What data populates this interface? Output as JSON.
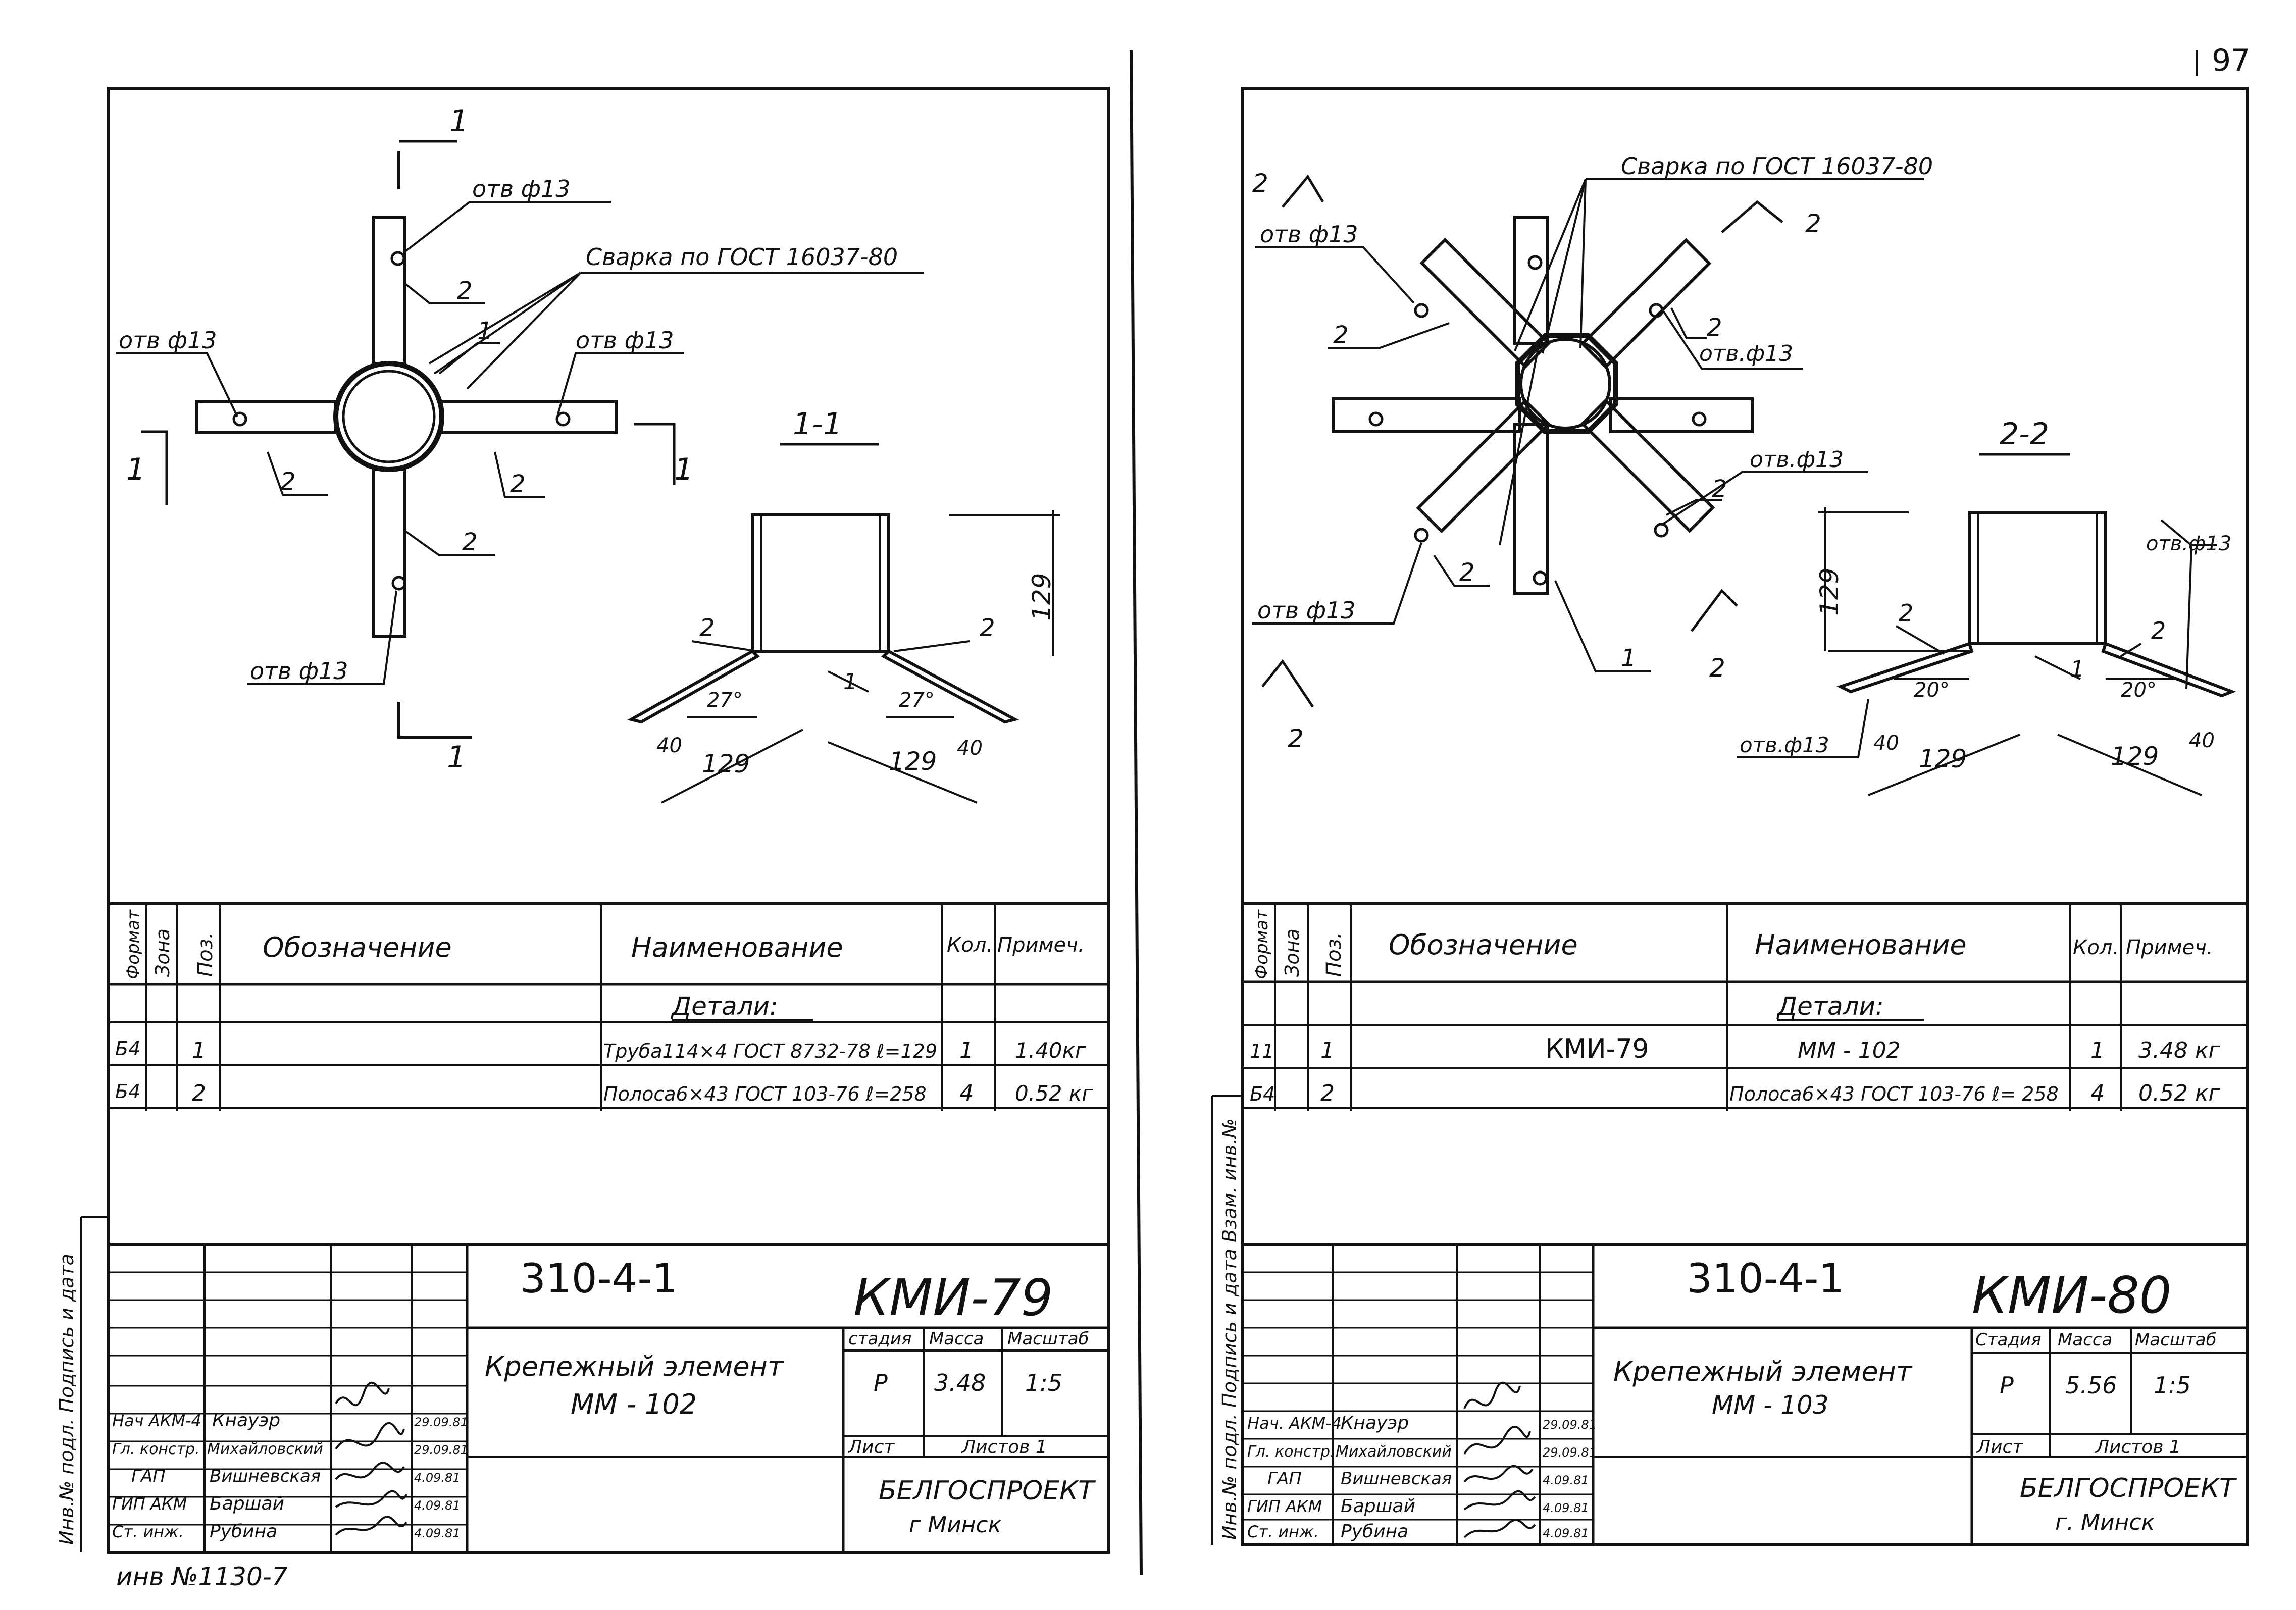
{
  "page_number": "97",
  "left": {
    "code": "310-4-1",
    "mark": "КМИ-79",
    "weld_note": "Сварка по ГОСТ 16037-80",
    "hole_label": "отв ф13",
    "section_mark": "1",
    "section_title": "1-1",
    "angle": "27°",
    "dim_129": "129",
    "dim_40": "40",
    "pos_1": "1",
    "pos_2": "2",
    "table_headers": [
      "Формат",
      "Зона",
      "Поз.",
      "Обозначение",
      "Наименование",
      "Кол.",
      "Примеч."
    ],
    "section_row": "Детали:",
    "rows": [
      {
        "format": "Б4",
        "pos": "1",
        "designation": "",
        "name": "Труба114×4 ГОСТ 8732-78 ℓ=129",
        "qty": "1",
        "note": "1.40кг"
      },
      {
        "format": "Б4",
        "pos": "2",
        "designation": "",
        "name": "Полоса6×43 ГОСТ 103-76 ℓ=258",
        "qty": "4",
        "note": "0.52 кг"
      }
    ],
    "title_line1": "Крепежный элемент",
    "title_line2": "ММ - 102",
    "stage_label": "стадия",
    "mass_label": "Масса",
    "scale_label": "Масштаб",
    "stage": "Р",
    "mass": "3.48",
    "scale": "1:5",
    "sheet_label": "Лист",
    "sheets_label": "Листов 1",
    "org": "БЕЛГОСПРОЕКТ",
    "city": "г Минск",
    "staff": [
      {
        "role": "Нач АКМ-4",
        "name": "Кнауэр",
        "date": "29.09.81"
      },
      {
        "role": "Гл. констр.",
        "name": "Михайловский",
        "date": "29.09.81"
      },
      {
        "role": "ГАП",
        "name": "Вишневская",
        "date": "4.09.81"
      },
      {
        "role": "ГИП АКМ",
        "name": "Баршай",
        "date": "4.09.81"
      },
      {
        "role": "Ст. инж.",
        "name": "Рубина",
        "date": "4.09.81"
      }
    ],
    "inv_note": "инв №1130-7",
    "side_stamp": "Инв.№ подл. Подпись и дата"
  },
  "right": {
    "code": "310-4-1",
    "mark": "КМИ-80",
    "weld_note": "Сварка по ГОСТ 16037-80",
    "hole_label": "отв ф13",
    "hole_label_alt": "отв.ф13",
    "section_mark": "2",
    "section_title": "2-2",
    "angle": "20°",
    "dim_129": "129",
    "dim_40": "40",
    "pos_1": "1",
    "pos_2": "2",
    "table_headers": [
      "Формат",
      "Зона",
      "Поз.",
      "Обозначение",
      "Наименование",
      "Кол.",
      "Примеч."
    ],
    "section_row": "Детали:",
    "rows": [
      {
        "format": "11",
        "pos": "1",
        "designation": "КМИ-79",
        "name": "ММ - 102",
        "qty": "1",
        "note": "3.48 кг"
      },
      {
        "format": "Б4",
        "pos": "2",
        "designation": "",
        "name": "Полоса6×43 ГОСТ 103-76 ℓ= 258",
        "qty": "4",
        "note": "0.52 кг"
      }
    ],
    "title_line1": "Крепежный элемент",
    "title_line2": "ММ - 103",
    "stage_label": "Стадия",
    "mass_label": "Масса",
    "scale_label": "Масштаб",
    "stage": "Р",
    "mass": "5.56",
    "scale": "1:5",
    "sheet_label": "Лист",
    "sheets_label": "Листов 1",
    "org": "БЕЛГОСПРОЕКТ",
    "city": "г. Минск",
    "staff": [
      {
        "role": "Нач. АКМ-4",
        "name": "Кнауэр",
        "date": "29.09.81"
      },
      {
        "role": "Гл. констр.",
        "name": "Михайловский",
        "date": "29.09.81"
      },
      {
        "role": "ГАП",
        "name": "Вишневская",
        "date": "4.09.81"
      },
      {
        "role": "ГИП АКМ",
        "name": "Баршай",
        "date": "4.09.81"
      },
      {
        "role": "Ст. инж.",
        "name": "Рубина",
        "date": "4.09.81"
      }
    ],
    "side_stamp": "Инв.№ подл. Подпись и дата Взам. инв.№"
  }
}
